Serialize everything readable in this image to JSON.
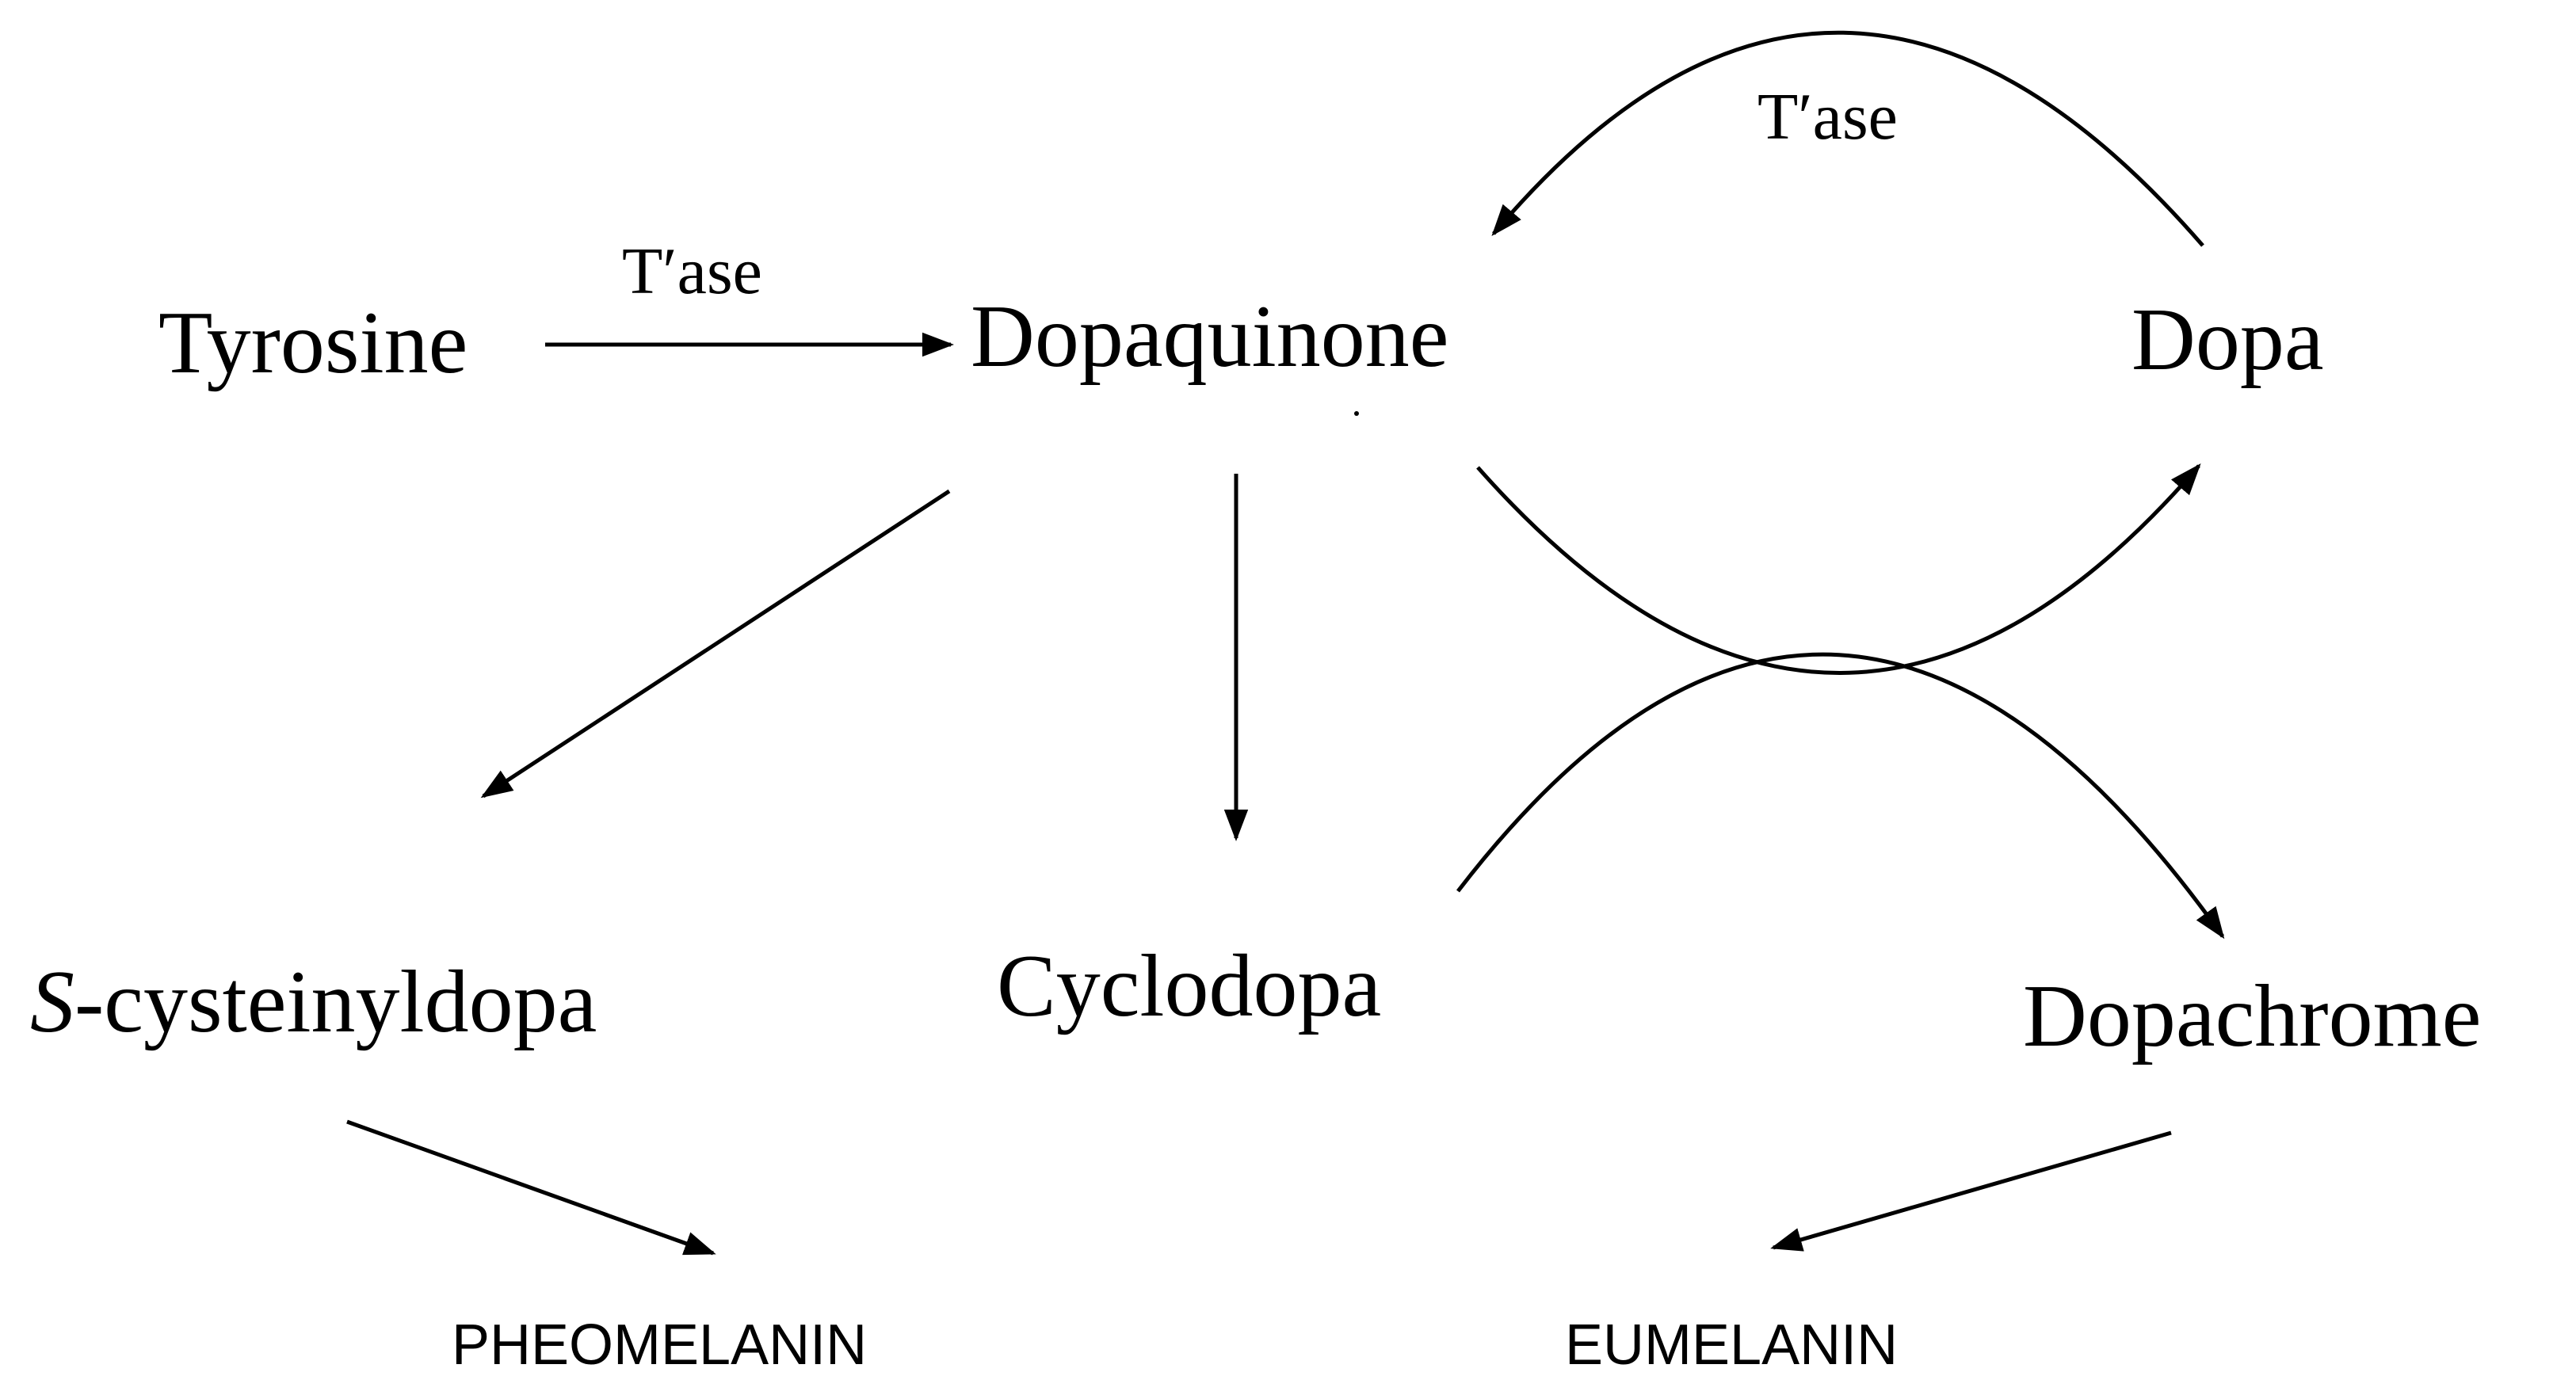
{
  "nodes": {
    "tyrosine": "Tyrosine",
    "dopaquinone": "Dopaquinone",
    "dopa": "Dopa",
    "s_cysteinyldopa_prefix": "S",
    "s_cysteinyldopa_rest": "-cysteinyldopa",
    "cyclodopa": "Cyclodopa",
    "dopachrome": "Dopachrome",
    "pheomelanin": "PHEOMELANIN",
    "eumelanin": "EUMELANIN"
  },
  "enzymes": {
    "tyrosine_to_dopaquinone": "T′ase",
    "dopa_to_dopaquinone": "T′ase"
  },
  "edges": [
    {
      "from": "Tyrosine",
      "to": "Dopaquinone",
      "label": "T′ase"
    },
    {
      "from": "Dopa",
      "to": "Dopaquinone",
      "label": "T′ase"
    },
    {
      "from": "Dopaquinone",
      "to": "Dopa"
    },
    {
      "from": "Cyclodopa",
      "to": "Dopachrome"
    },
    {
      "from": "Dopaquinone",
      "to": "S-cysteinyldopa"
    },
    {
      "from": "Dopaquinone",
      "to": "Cyclodopa"
    },
    {
      "from": "S-cysteinyldopa",
      "to": "PHEOMELANIN"
    },
    {
      "from": "Dopachrome",
      "to": "EUMELANIN"
    }
  ]
}
